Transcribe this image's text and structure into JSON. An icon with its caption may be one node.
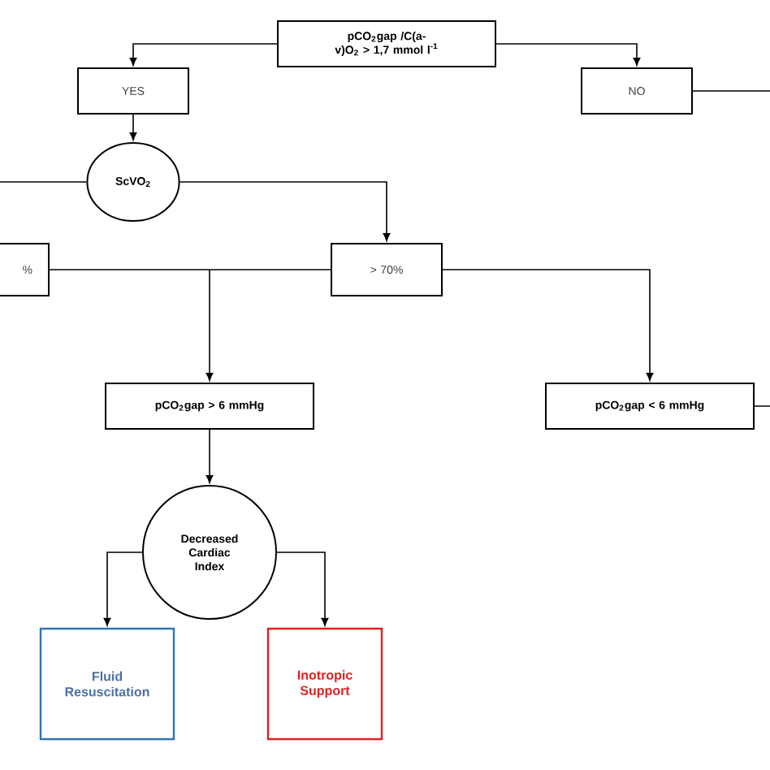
{
  "diagram": {
    "nodes": [
      {
        "text": [
          "pCO$_{2}$gap /C(a-v)O$_{2}$ > 1,7 mmol l$^{-1}$"
        ]
      },
      {
        "text": [
          "YES"
        ]
      },
      {
        "text": [
          "NO"
        ]
      },
      {
        "text": [
          "ScVO$_{2}$"
        ]
      },
      {
        "text": [
          "%"
        ]
      },
      {
        "text": [
          "> 70%"
        ]
      },
      {
        "text": [
          "pCO$_{2}$gap > 6 mmHg"
        ]
      },
      {
        "text": [
          "pCO$_{2}$gap < 6 mmHg"
        ]
      },
      {
        "text": [
          "Decreased Cardiac Index"
        ]
      },
      {
        "text": [
          "Fluid Resuscitation"
        ]
      },
      {
        "text": [
          "Inotropic Support"
        ]
      }
    ],
    "edges": [
      {
        "from": 0,
        "to": 1,
        "arrow": "to"
      },
      {
        "from": 0,
        "to": 2,
        "arrow": "to"
      },
      {
        "from": 2,
        "to": null,
        "arrow": "none"
      },
      {
        "from": 1,
        "to": 3,
        "arrow": "to"
      },
      {
        "from": 3,
        "to": null,
        "arrow": "none"
      },
      {
        "from": 3,
        "to": 5,
        "arrow": "to"
      },
      {
        "from": 4,
        "to": 6,
        "arrow": "to"
      },
      {
        "from": 5,
        "to": 6,
        "arrow": "to"
      },
      {
        "from": 5,
        "to": 7,
        "arrow": "to"
      },
      {
        "from": 7,
        "to": null,
        "arrow": "none"
      },
      {
        "from": 6,
        "to": 8,
        "arrow": "to"
      },
      {
        "from": 8,
        "to": 9,
        "arrow": "to"
      },
      {
        "from": 8,
        "to": 10,
        "arrow": "to"
      }
    ]
  }
}
